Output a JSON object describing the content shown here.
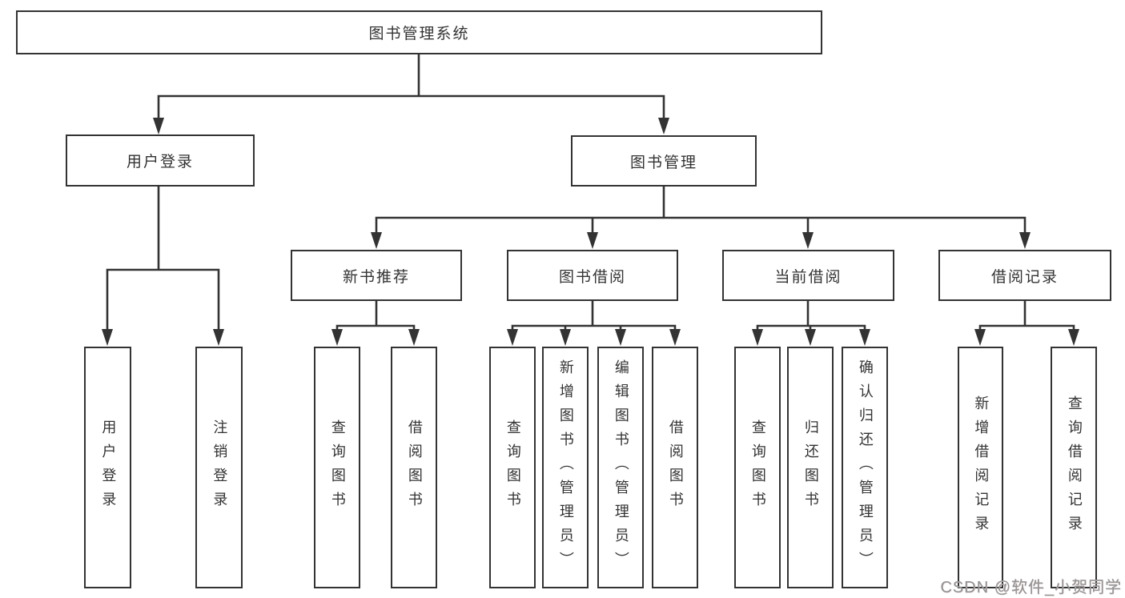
{
  "colors": {
    "line": "#333333",
    "box_border": "#333333",
    "text": "#333333",
    "background": "#ffffff",
    "watermark": "#949494"
  },
  "tree": {
    "label": "图书管理系统",
    "children": [
      {
        "label": "用户登录",
        "children": [
          {
            "label": "用户登录"
          },
          {
            "label": "注销登录"
          }
        ]
      },
      {
        "label": "图书管理",
        "children": [
          {
            "label": "新书推荐",
            "children": [
              {
                "label": "查询图书"
              },
              {
                "label": "借阅图书"
              }
            ]
          },
          {
            "label": "图书借阅",
            "children": [
              {
                "label": "查询图书"
              },
              {
                "label": "新增图书（管理员）"
              },
              {
                "label": "编辑图书（管理员）"
              },
              {
                "label": "借阅图书"
              }
            ]
          },
          {
            "label": "当前借阅",
            "children": [
              {
                "label": "查询图书"
              },
              {
                "label": "归还图书"
              },
              {
                "label": "确认归还（管理员）"
              }
            ]
          },
          {
            "label": "借阅记录",
            "children": [
              {
                "label": "新增借阅记录"
              },
              {
                "label": "查询借阅记录"
              }
            ]
          }
        ]
      }
    ]
  },
  "watermark": {
    "text": "CSDN @软件_小贺同学"
  }
}
